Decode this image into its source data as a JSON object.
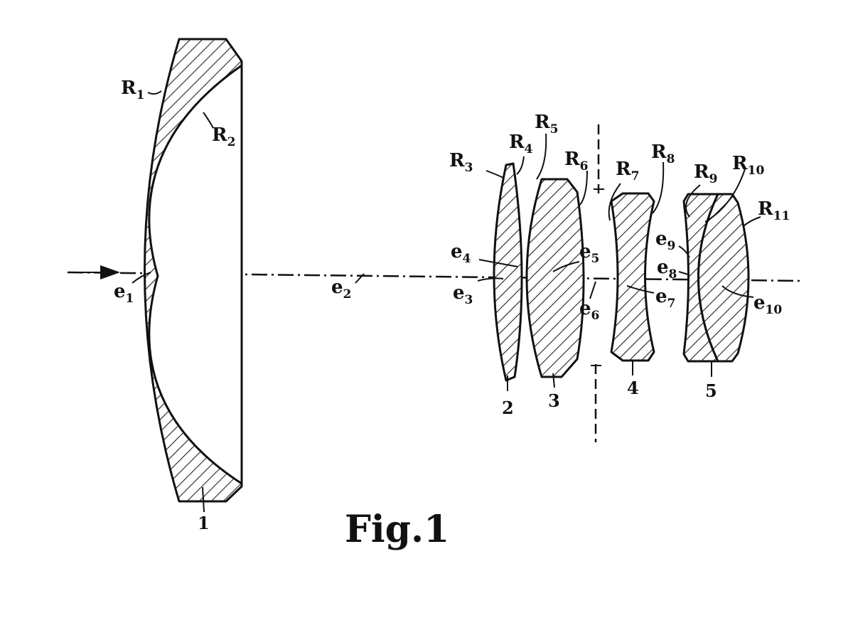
{
  "figure": {
    "caption": "Fig.1",
    "radii": [
      "R1",
      "R2",
      "R3",
      "R4",
      "R5",
      "R6",
      "R7",
      "R8",
      "R9",
      "R10",
      "R11"
    ],
    "spacings": [
      "e1",
      "e2",
      "e3",
      "e4",
      "e5",
      "e6",
      "e7",
      "e8",
      "e9",
      "e10"
    ],
    "elements": [
      "1",
      "2",
      "3",
      "4",
      "5"
    ]
  }
}
